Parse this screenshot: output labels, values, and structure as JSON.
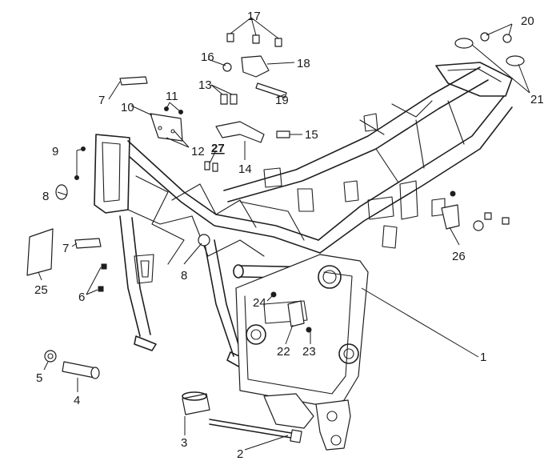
{
  "diagram": {
    "callouts": [
      {
        "label": "1"
      },
      {
        "label": "2"
      },
      {
        "label": "3"
      },
      {
        "label": "4"
      },
      {
        "label": "5"
      },
      {
        "label": "6"
      },
      {
        "label": "7"
      },
      {
        "label": "7"
      },
      {
        "label": "8"
      },
      {
        "label": "8"
      },
      {
        "label": "9"
      },
      {
        "label": "10"
      },
      {
        "label": "11"
      },
      {
        "label": "12"
      },
      {
        "label": "13"
      },
      {
        "label": "14"
      },
      {
        "label": "15"
      },
      {
        "label": "16"
      },
      {
        "label": "17"
      },
      {
        "label": "18"
      },
      {
        "label": "19"
      },
      {
        "label": "20"
      },
      {
        "label": "21"
      },
      {
        "label": "22"
      },
      {
        "label": "23"
      },
      {
        "label": "24"
      },
      {
        "label": "25"
      },
      {
        "label": "26"
      },
      {
        "label": "27"
      }
    ]
  }
}
